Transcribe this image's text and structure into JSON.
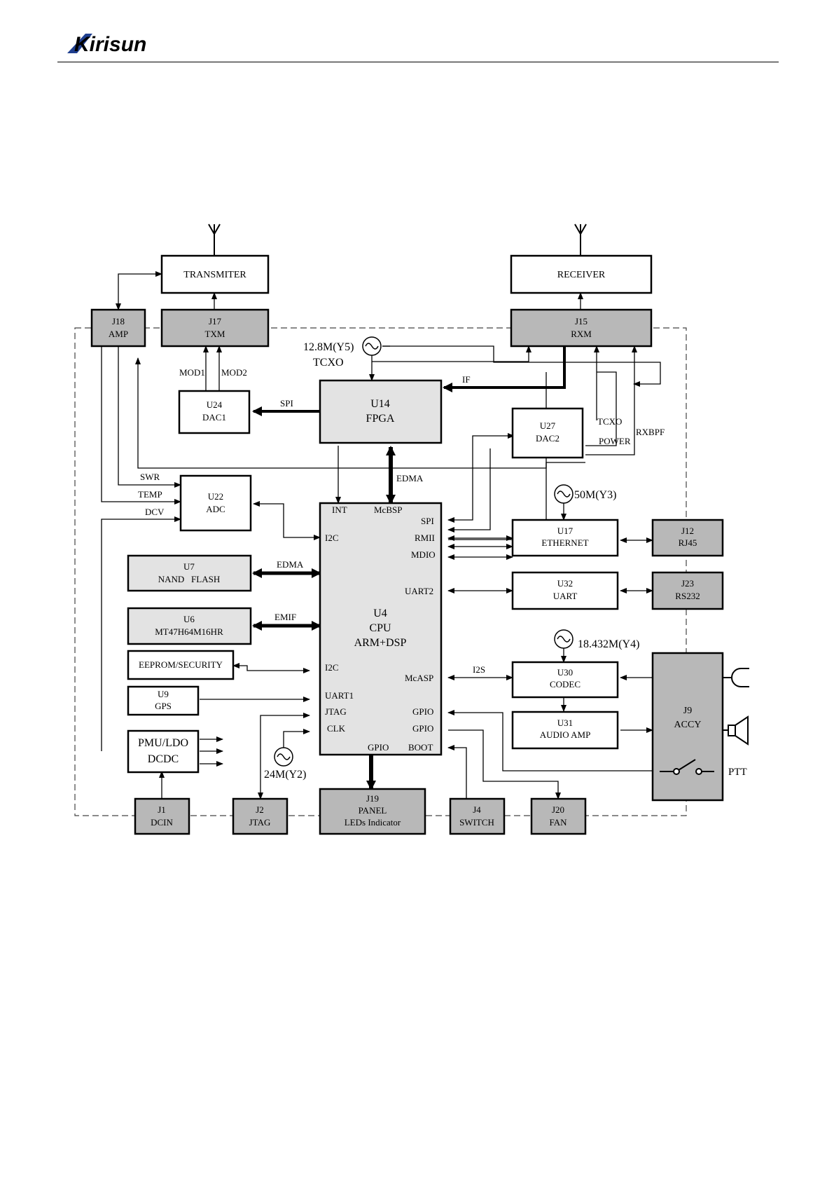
{
  "header": {
    "logo_text": "Kirisun",
    "brand_color": "#1f3f8f"
  },
  "diagram": {
    "boxes": [
      {
        "id": "transmitter",
        "lines": [
          "TRANSMITER"
        ],
        "fill": "#ffffff"
      },
      {
        "id": "receiver",
        "lines": [
          "RECEIVER"
        ],
        "fill": "#ffffff"
      },
      {
        "id": "j18",
        "lines": [
          "J18",
          "AMP"
        ],
        "fill": "#b8b8b8"
      },
      {
        "id": "j17",
        "lines": [
          "J17",
          "TXM"
        ],
        "fill": "#b8b8b8"
      },
      {
        "id": "j15",
        "lines": [
          "J15",
          "RXM"
        ],
        "fill": "#b8b8b8"
      },
      {
        "id": "u24",
        "lines": [
          "U24",
          "DAC1"
        ],
        "fill": "#ffffff"
      },
      {
        "id": "u14",
        "lines": [
          "U14",
          "FPGA"
        ],
        "fill": "#e3e3e3"
      },
      {
        "id": "u27",
        "lines": [
          "U27",
          "DAC2"
        ],
        "fill": "#ffffff"
      },
      {
        "id": "u22",
        "lines": [
          "U22",
          "ADC"
        ],
        "fill": "#ffffff"
      },
      {
        "id": "u4",
        "lines": [
          "U4",
          "CPU",
          "ARM+DSP"
        ],
        "fill": "#e3e3e3"
      },
      {
        "id": "u17",
        "lines": [
          "U17",
          "ETHERNET"
        ],
        "fill": "#ffffff"
      },
      {
        "id": "j12",
        "lines": [
          "J12",
          "RJ45"
        ],
        "fill": "#b8b8b8"
      },
      {
        "id": "u7",
        "lines": [
          "U7",
          "NAND   FLASH"
        ],
        "fill": "#e3e3e3"
      },
      {
        "id": "u32",
        "lines": [
          "U32",
          "UART"
        ],
        "fill": "#ffffff"
      },
      {
        "id": "j23",
        "lines": [
          "J23",
          "RS232"
        ],
        "fill": "#b8b8b8"
      },
      {
        "id": "u6",
        "lines": [
          "U6",
          "MT47H64M16HR"
        ],
        "fill": "#e3e3e3"
      },
      {
        "id": "eeprom",
        "lines": [
          "EEPROM/SECURITY"
        ],
        "fill": "#ffffff"
      },
      {
        "id": "u9",
        "lines": [
          "U9",
          "GPS"
        ],
        "fill": "#ffffff"
      },
      {
        "id": "u30",
        "lines": [
          "U30",
          "CODEC"
        ],
        "fill": "#ffffff"
      },
      {
        "id": "u31",
        "lines": [
          "U31",
          "AUDIO AMP"
        ],
        "fill": "#ffffff"
      },
      {
        "id": "j9",
        "lines": [
          "J9",
          "ACCY"
        ],
        "fill": "#b8b8b8"
      },
      {
        "id": "pmu",
        "lines": [
          "PMU/LDO",
          "DCDC"
        ],
        "fill": "#ffffff"
      },
      {
        "id": "j1",
        "lines": [
          "J1",
          "DCIN"
        ],
        "fill": "#b8b8b8"
      },
      {
        "id": "j2",
        "lines": [
          "J2",
          "JTAG"
        ],
        "fill": "#b8b8b8"
      },
      {
        "id": "j19",
        "lines": [
          "J19",
          "PANEL",
          "LEDs Indicator"
        ],
        "fill": "#b8b8b8"
      },
      {
        "id": "j4",
        "lines": [
          "J4",
          "SWITCH"
        ],
        "fill": "#b8b8b8"
      },
      {
        "id": "j20",
        "lines": [
          "J20",
          "FAN"
        ],
        "fill": "#b8b8b8"
      }
    ],
    "oscillators": [
      {
        "id": "y5",
        "lines": [
          "12.8M(Y5)",
          "TCXO"
        ]
      },
      {
        "id": "y3",
        "lines": [
          "50M(Y3)"
        ]
      },
      {
        "id": "y4",
        "lines": [
          "18.432M(Y4)"
        ]
      },
      {
        "id": "y2",
        "lines": [
          "24M(Y2)"
        ]
      }
    ],
    "cpu_pins": {
      "int": "INT",
      "mcbsp": "McBSP",
      "spi": "SPI",
      "i2c_top": "I2C",
      "rmii": "RMII",
      "mdio": "MDIO",
      "uart2": "UART2",
      "i2c_mid": "I2C",
      "mcasp": "McASP",
      "uart1": "UART1",
      "jtag": "JTAG",
      "clk": "CLK",
      "gpio_right1": "GPIO",
      "gpio_right2": "GPIO",
      "gpio_bottom": "GPIO",
      "boot": "BOOT"
    },
    "signals": {
      "mod1": "MOD1",
      "mod2": "MOD2",
      "spi": "SPI",
      "if": "IF",
      "edma_top": "EDMA",
      "tcxo": "TCXO",
      "rxbpf": "RXBPF",
      "power": "POWER",
      "swr": "SWR",
      "temp": "TEMP",
      "dcv": "DCV",
      "edma_flash": "EDMA",
      "emif": "EMIF",
      "i2s": "I2S",
      "ptt": "PTT"
    }
  }
}
